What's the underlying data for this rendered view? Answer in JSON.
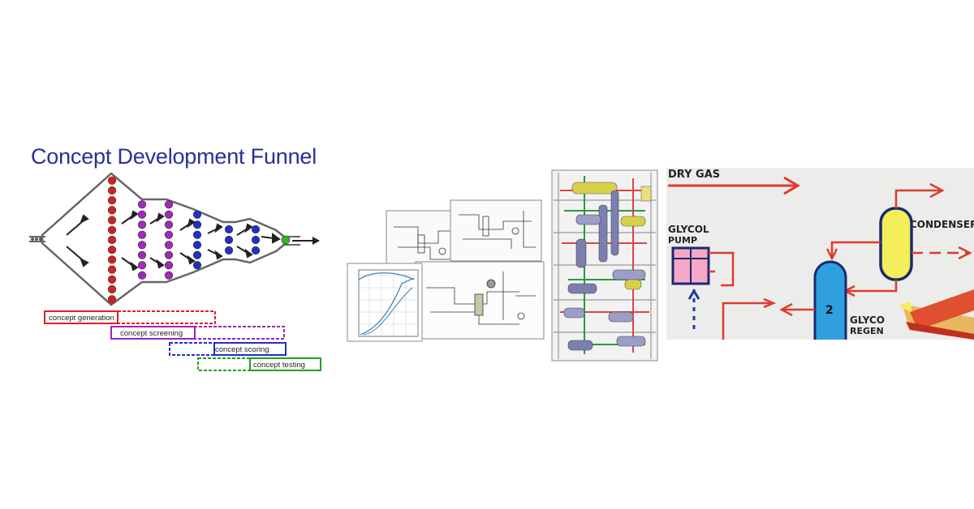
{
  "funnel": {
    "title": "Concept Development Funnel",
    "stages": [
      {
        "label": "concept generation",
        "color": "#e02020"
      },
      {
        "label": "concept screening",
        "color": "#a020c0"
      },
      {
        "label": "concept scoring",
        "color": "#2030c0"
      },
      {
        "label": "concept testing",
        "color": "#20a020"
      }
    ],
    "dot_columns": [
      {
        "count": 13,
        "color": "#d42020"
      },
      {
        "count": 8,
        "color": "#a22ab8"
      },
      {
        "count": 8,
        "color": "#a22ab8"
      },
      {
        "count": 6,
        "color": "#2030c8"
      },
      {
        "count": 3,
        "color": "#2030c8"
      },
      {
        "count": 3,
        "color": "#2030c8"
      },
      {
        "count": 1,
        "color": "#20c020"
      }
    ]
  },
  "hand_drawing": {
    "labels": {
      "dry_gas": "DRY GAS",
      "glycol_pump_line1": "GLYCOL",
      "glycol_pump_line2": "PUMP",
      "condenser": "CONDENSER",
      "regen_line1": "GLYCO",
      "regen_line2": "REGEN",
      "vessel_number": "2"
    }
  }
}
